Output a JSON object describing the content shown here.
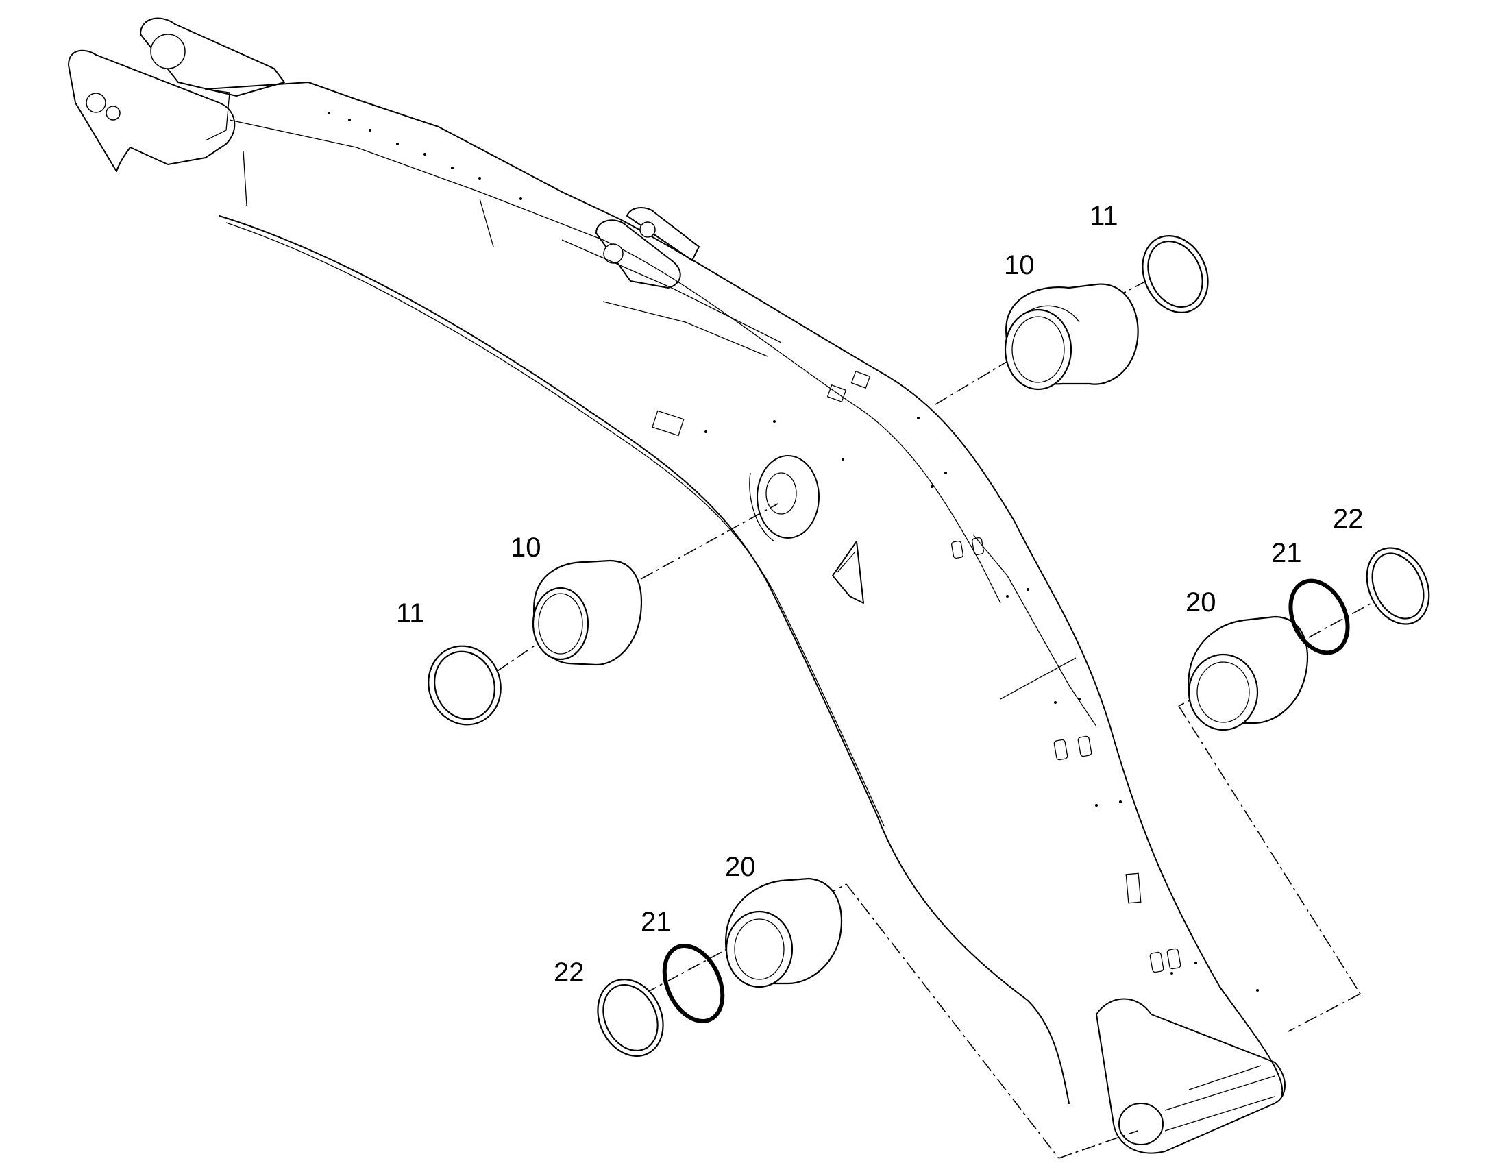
{
  "callouts": {
    "bushing_upper": "10",
    "ring_upper": "11",
    "bushing_mid": "10",
    "ring_mid": "11",
    "bushing_right": "20",
    "seal_right": "21",
    "ring_right": "22",
    "bushing_lower": "20",
    "seal_lower": "21",
    "ring_lower": "22"
  },
  "colors": {
    "line": "#000000",
    "background": "#ffffff"
  }
}
